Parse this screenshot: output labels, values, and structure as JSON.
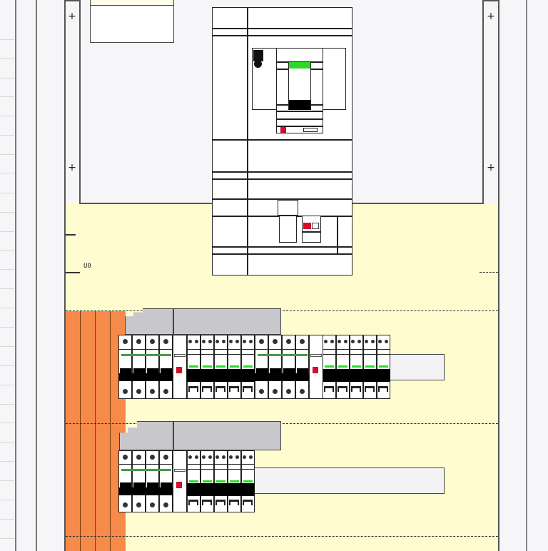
{
  "drawing": {
    "type": "electrical-panel-layout",
    "label_marker": "U0",
    "colors": {
      "background": "#f6f6f8",
      "mounting_zone": "#fffdd0",
      "busbar": "#f58a4b",
      "cover": "#c8c8cc",
      "indicator_on": "#2bd82b",
      "indicator_trip": "#d0102a",
      "line": "#222222"
    },
    "enclosure": {
      "mount_markers": [
        "+",
        "+",
        "+",
        "+"
      ]
    },
    "main_breaker": {
      "name": "main-incoming-breaker",
      "indicators": [
        "green-status",
        "red-trip"
      ]
    },
    "rails": [
      {
        "name": "rail-1",
        "groups": [
          {
            "type": "4P-MCB",
            "poles": 4
          },
          {
            "type": "RCD-block",
            "modules": 1
          },
          {
            "type": "1P+N-MCB",
            "count": 5
          },
          {
            "type": "4P-MCB",
            "poles": 4
          },
          {
            "type": "RCD-block",
            "modules": 1
          },
          {
            "type": "1P+N-MCB",
            "count": 5
          }
        ],
        "blank_space": true
      },
      {
        "name": "rail-2",
        "groups": [
          {
            "type": "4P-MCB",
            "poles": 4
          },
          {
            "type": "RCD-block",
            "modules": 1
          },
          {
            "type": "1P+N-MCB",
            "count": 5
          }
        ],
        "blank_space": true
      }
    ],
    "busbars": {
      "count": 4
    }
  }
}
